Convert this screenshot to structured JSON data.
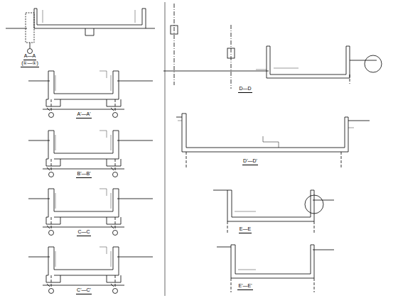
{
  "diagram": {
    "labels": [
      "A—A",
      "(①—①)",
      "A'—A'",
      "B'—B'",
      "C—C",
      "C'—C'",
      "D—D",
      "D'—D'",
      "E—E",
      "E'—E'"
    ]
  }
}
